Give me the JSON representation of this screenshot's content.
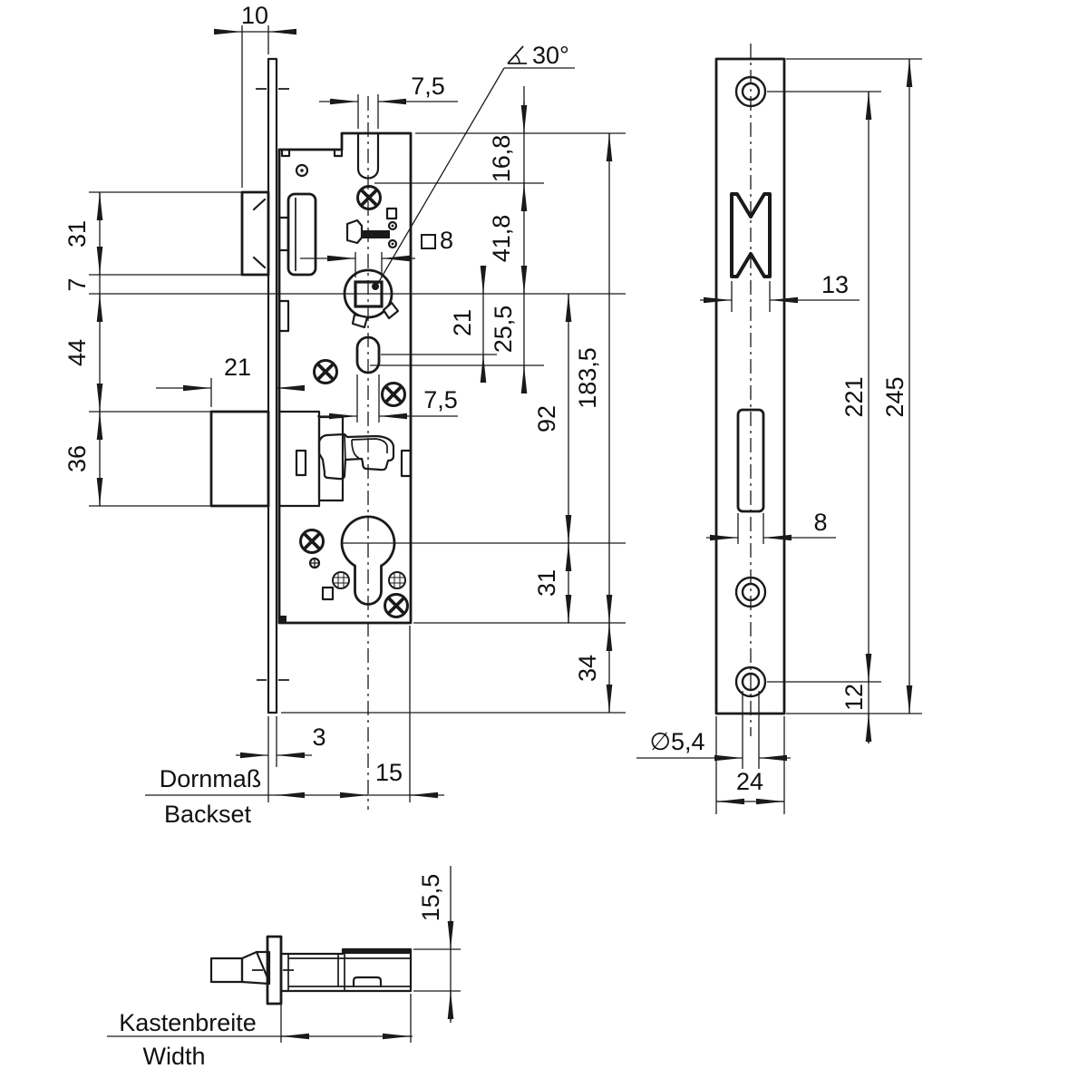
{
  "title": "Mortise lock dimensional drawing",
  "colors": {
    "line": "#1a1a1a",
    "background": "#ffffff"
  },
  "symbols": {
    "angle": "measured-angle",
    "square": "square-section",
    "diameter": "∅"
  },
  "main_view": {
    "dim_faceplate_offset": "10",
    "dim_latch_slot_width_top": "7,5",
    "angle_callout": "30°",
    "dim_top_to_latch": "16,8",
    "dim_latch_to_follower": "41,8",
    "dim_follower_to_hole": "21",
    "dim_follower_to_slot": "25,5",
    "dim_follower_to_cylinder": "92",
    "dim_case_height": "183,5",
    "dim_follower_square": "8",
    "dim_guide_slot_width": "7,5",
    "dim_cylinder_to_bottom": "31",
    "dim_bottom_to_plate_end": "34",
    "dim_latch_height": "31",
    "dim_latch_to_center": "7",
    "dim_center_to_deadbolt": "44",
    "dim_deadbolt_height": "36",
    "dim_deadbolt_throw": "21",
    "dim_faceplate_thickness": "3",
    "dim_center_to_case_back": "15",
    "backset_label_de": "Dornmaß",
    "backset_label_en": "Backset"
  },
  "faceplate_view": {
    "dim_latch_opening_width": "13",
    "dim_hole_spacing": "221",
    "dim_plate_height": "245",
    "dim_cylinder_slot_width": "8",
    "dim_hole_to_edge": "12",
    "dim_screw_hole_dia": "∅5,4",
    "dim_plate_width": "24"
  },
  "bottom_view": {
    "dim_case_depth": "15,5",
    "width_label_de": "Kastenbreite",
    "width_label_en": "Width"
  }
}
